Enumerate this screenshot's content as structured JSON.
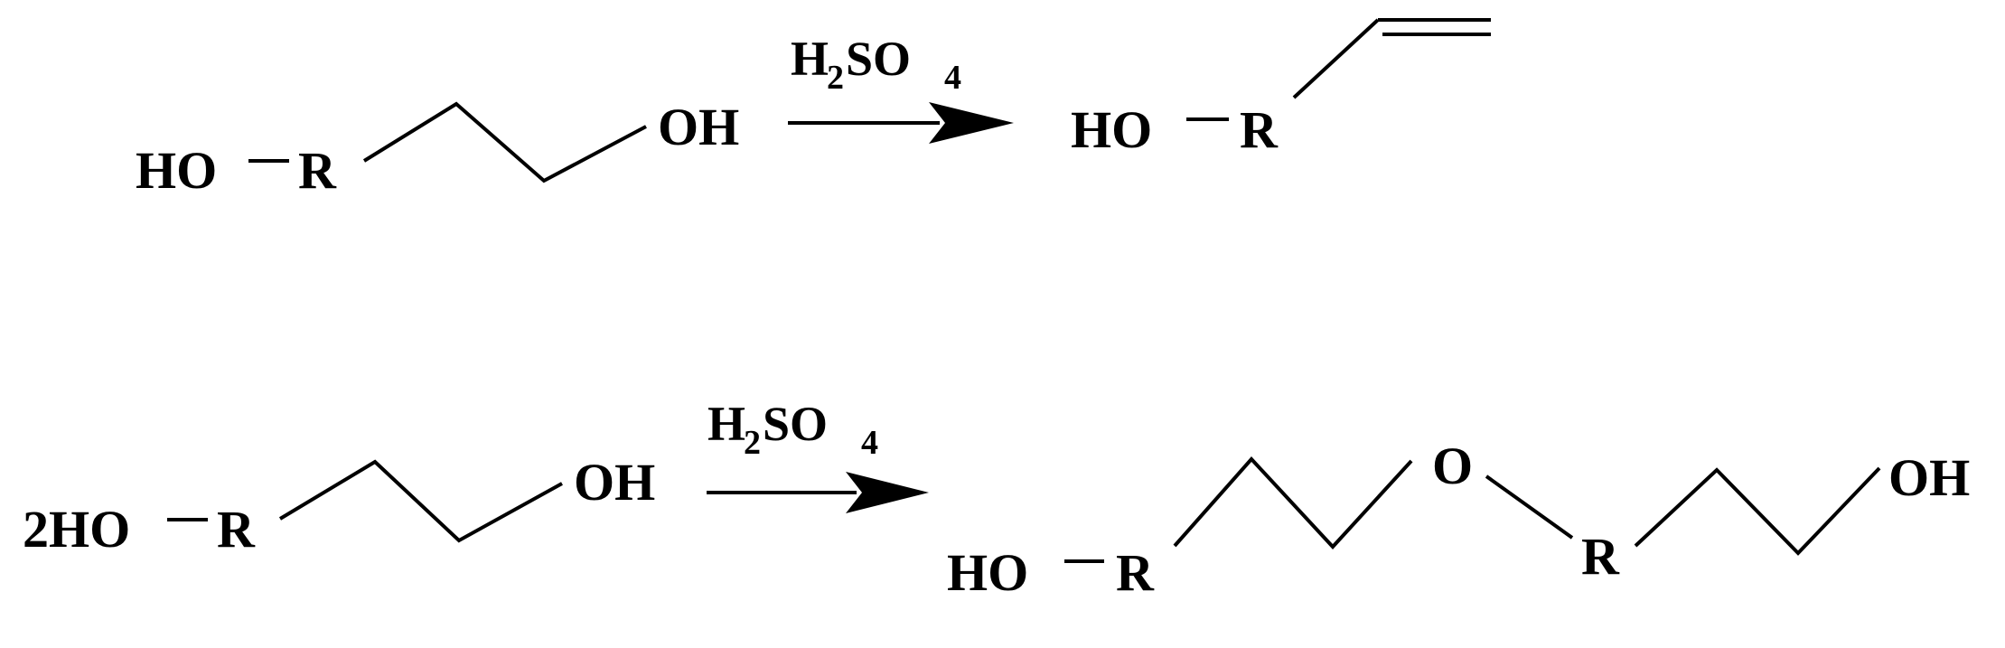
{
  "reaction1": {
    "reactant": {
      "ho": "HO",
      "r": "R",
      "oh": "OH"
    },
    "reagent": {
      "h": "H",
      "h_sub": "2",
      "so": "SO",
      "so_sub": "4"
    },
    "product": {
      "ho": "HO",
      "r": "R"
    }
  },
  "reaction2": {
    "reactant": {
      "ho": "2HO",
      "r": "R",
      "oh": "OH"
    },
    "reagent": {
      "h": "H",
      "h_sub": "2",
      "so": "SO",
      "so_sub": "4"
    },
    "product": {
      "ho": "HO",
      "r1": "R",
      "o": "O",
      "r2": "R",
      "oh": "OH"
    }
  },
  "colors": {
    "ink": "#000000",
    "background": "#ffffff"
  }
}
